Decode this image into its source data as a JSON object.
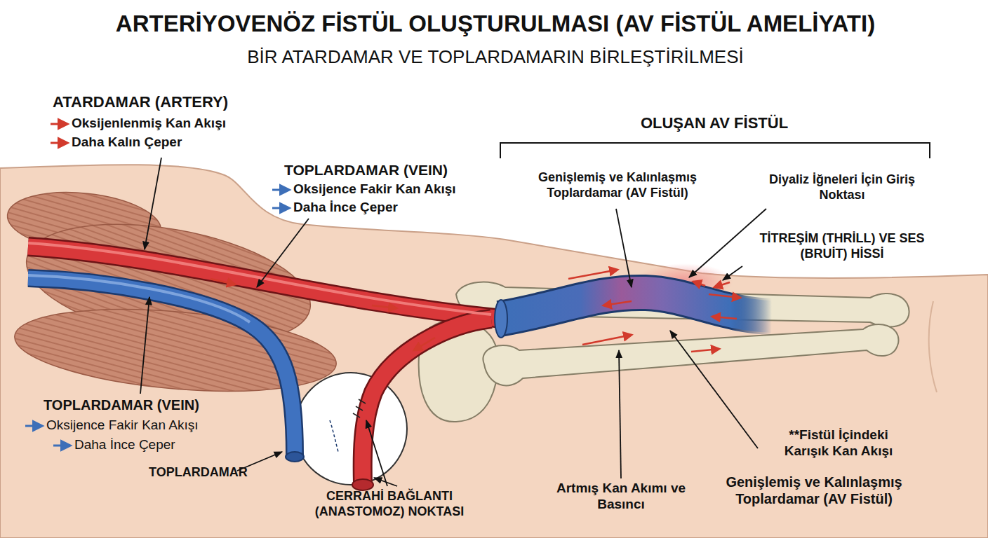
{
  "diagram": {
    "title": "ARTERİYOVENÖZ FİSTÜL OLUŞTURULMASI (AV FİSTÜL AMELİYATI)",
    "labels": [
      "BİR ATARDAMAR VE TOPLARDAMARIN BİRLEŞTİRİLMESİ",
      "ATARDAMAR (ARTERY)",
      "Oksijenlenmiş Kan Akışı",
      "Daha Kalın Çeper",
      "TOPLARDAMAR (VEIN)",
      "Oksijence Fakir Kan Akışı",
      "Daha İnce Çeper",
      "OLUŞAN AV FİSTÜL",
      "Genişlemiş ve Kalınlaşmış Toplardamar (AV Fistül)",
      "Diyaliz İğneleri İçin Giriş Noktası",
      "TİTREŞİM (THRİLL) VE SES (BRUİT) HİSSİ",
      "TOPLARDAMAR (VEIN)",
      "Oksijence Fakir Kan Akışı",
      "Daha İnce Çeper",
      "TOPLARDAMAR",
      "CERRAHİ BAĞLANTI (ANASTOMOZ) NOKTASI",
      "Artmış Kan Akımı ve Basıncı",
      "**Fistül İçindeki Karışık Kan Akışı",
      "Genişlemiş ve Kalınlaşmış Toplardamar (AV Fistül)"
    ]
  }
}
